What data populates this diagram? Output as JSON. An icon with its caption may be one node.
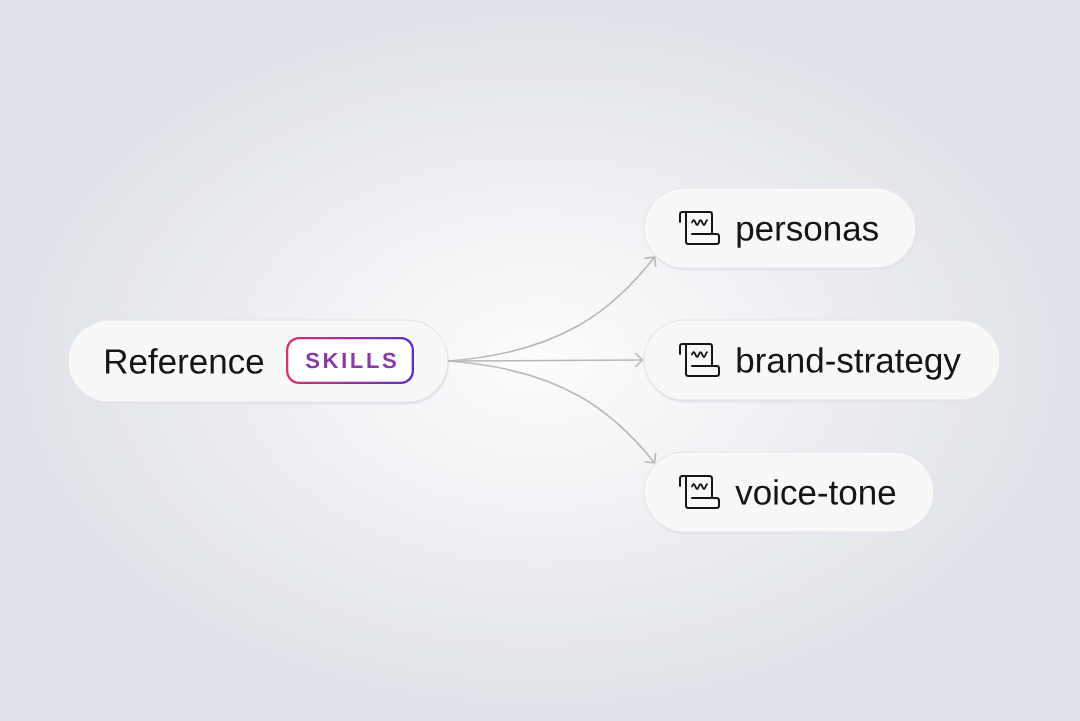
{
  "diagram": {
    "nodes": [
      {
        "text": [
          "Reference"
        ]
      },
      {
        "text": [
          "SKILLS"
        ],
        "in": 0
      },
      {
        "text": [
          "personas"
        ]
      },
      {
        "text": [
          "brand-strategy"
        ]
      },
      {
        "text": [
          "voice-tone"
        ]
      }
    ],
    "edges": [
      {
        "from": 0,
        "to": 2,
        "arrow": "to"
      },
      {
        "from": 0,
        "to": 3,
        "arrow": "to"
      },
      {
        "from": 0,
        "to": 4,
        "arrow": "to"
      }
    ]
  }
}
